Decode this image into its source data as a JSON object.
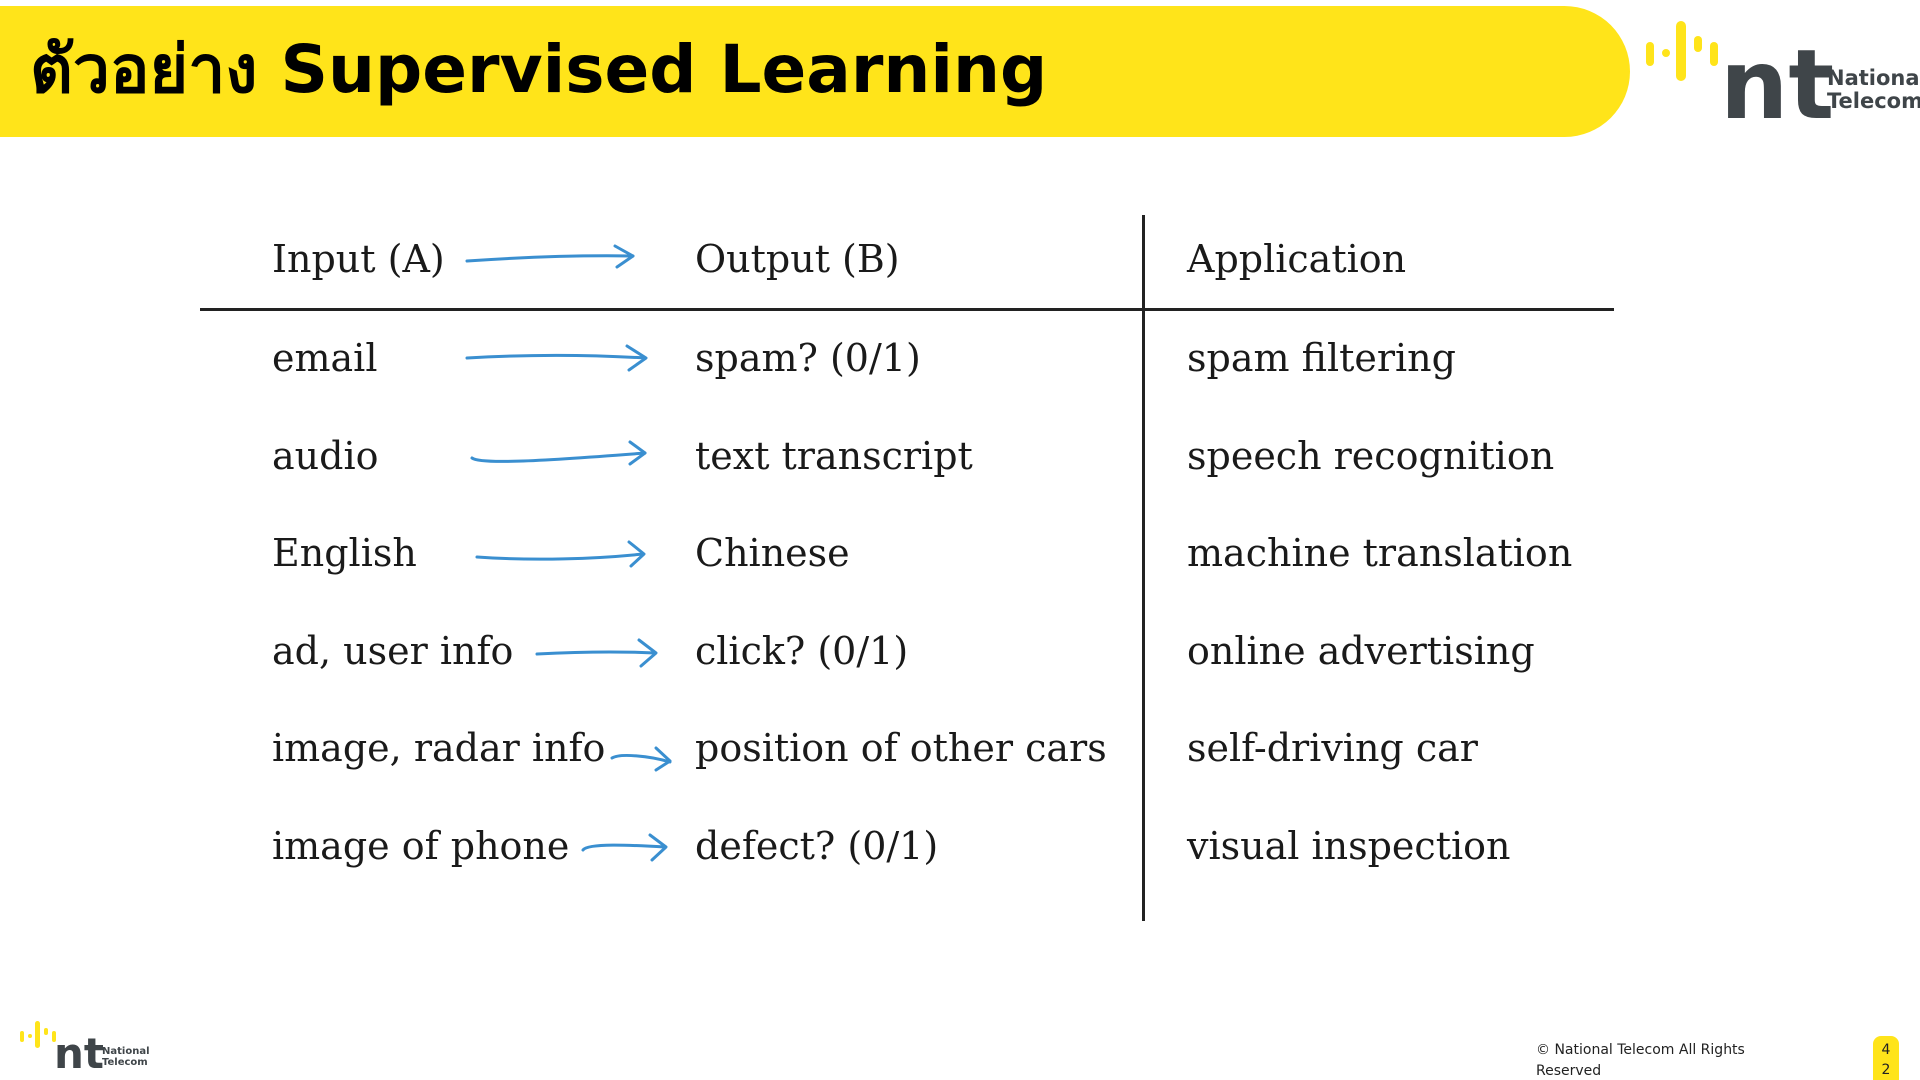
{
  "header": {
    "title": "ตัวอย่าง  Supervised Learning"
  },
  "brand": {
    "name_line1": "National",
    "name_line2": "Telecom",
    "mark": "nt",
    "accent_color": "#FFE41A",
    "mark_color": "#3F4549"
  },
  "table": {
    "headers": {
      "input": "Input (A)",
      "output": "Output (B)",
      "application": "Application"
    },
    "rows": [
      {
        "input": "email",
        "output": "spam? (0/1)",
        "application": "spam filtering"
      },
      {
        "input": "audio",
        "output": "text transcript",
        "application": "speech recognition"
      },
      {
        "input": "English",
        "output": "Chinese",
        "application": "machine translation"
      },
      {
        "input": "ad, user info",
        "output": "click? (0/1)",
        "application": "online advertising"
      },
      {
        "input": "image, radar info",
        "output": "position of other cars",
        "application": "self-driving car"
      },
      {
        "input": "image of phone",
        "output": "defect? (0/1)",
        "application": "visual inspection"
      }
    ],
    "arrow_color": "#3A8FD0"
  },
  "footer": {
    "copyright": "© National Telecom All Rights Reserved",
    "page_digit_1": "4",
    "page_digit_2": "2"
  }
}
